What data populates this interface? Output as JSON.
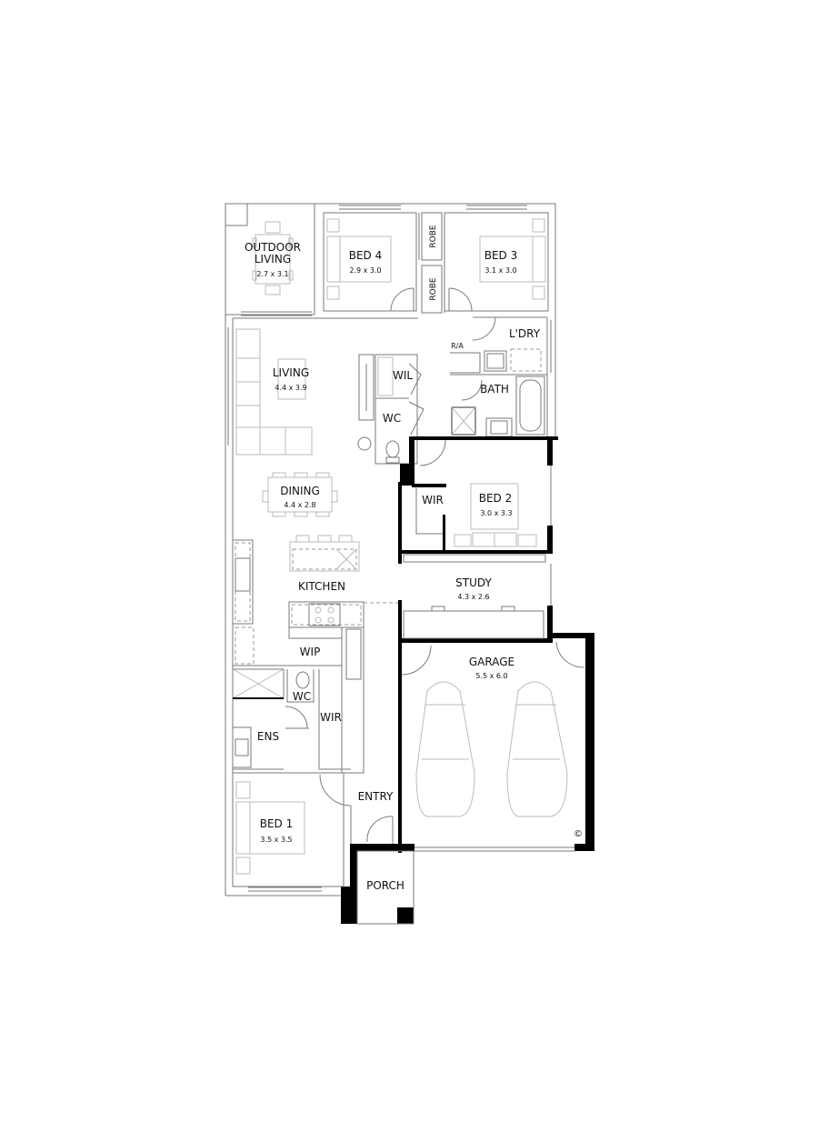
{
  "plan": {
    "rooms": [
      {
        "id": "outdoor-living",
        "name": "OUTDOOR",
        "name2": "LIVING",
        "size": "2.7 x 3.1"
      },
      {
        "id": "bed4",
        "name": "BED 4",
        "size": "2.9 x 3.0"
      },
      {
        "id": "robe-upper",
        "name": "ROBE"
      },
      {
        "id": "robe-lower",
        "name": "ROBE"
      },
      {
        "id": "bed3",
        "name": "BED 3",
        "size": "3.1 x 3.0"
      },
      {
        "id": "laundry",
        "name": "L'DRY"
      },
      {
        "id": "ra",
        "name": "R/A"
      },
      {
        "id": "living",
        "name": "LIVING",
        "size": "4.4 x 3.9"
      },
      {
        "id": "wil",
        "name": "WIL"
      },
      {
        "id": "bath",
        "name": "BATH"
      },
      {
        "id": "wc-upper",
        "name": "WC"
      },
      {
        "id": "dining",
        "name": "DINING",
        "size": "4.4 x 2.8"
      },
      {
        "id": "wir-bed2",
        "name": "WIR"
      },
      {
        "id": "bed2",
        "name": "BED 2",
        "size": "3.0 x 3.3"
      },
      {
        "id": "kitchen",
        "name": "KITCHEN"
      },
      {
        "id": "study",
        "name": "STUDY",
        "size": "4.3 x 2.6"
      },
      {
        "id": "wip",
        "name": "WIP"
      },
      {
        "id": "garage",
        "name": "GARAGE",
        "size": "5.5 x 6.0"
      },
      {
        "id": "wc-lower",
        "name": "WC"
      },
      {
        "id": "wir-bed1",
        "name": "WIR"
      },
      {
        "id": "ens",
        "name": "ENS"
      },
      {
        "id": "entry",
        "name": "ENTRY"
      },
      {
        "id": "bed1",
        "name": "BED 1",
        "size": "3.5 x 3.5"
      },
      {
        "id": "porch",
        "name": "PORCH"
      }
    ],
    "copyright_symbol": "©"
  }
}
